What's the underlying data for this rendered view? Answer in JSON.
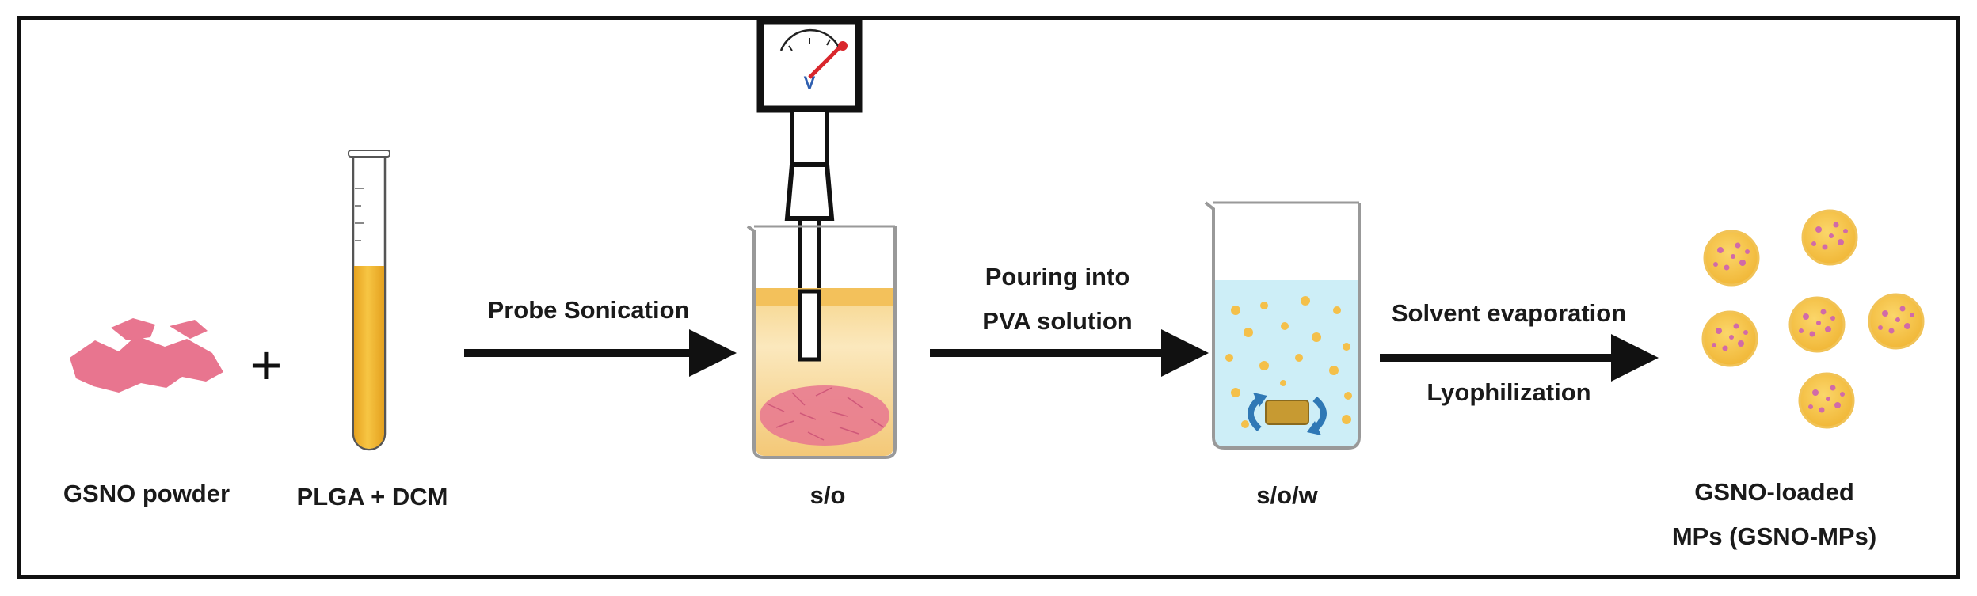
{
  "labels": {
    "gsno_powder": "GSNO powder",
    "plus": "+",
    "plga_dcm": "PLGA + DCM",
    "probe_sonication": "Probe Sonication",
    "so": "s/o",
    "pouring_line1": "Pouring into",
    "pouring_line2": "PVA solution",
    "sow": "s/o/w",
    "solvent_evaporation": "Solvent evaporation",
    "lyophilization": "Lyophilization",
    "product_line1": "GSNO-loaded",
    "product_line2": "MPs (GSNO-MPs)",
    "meter_symbol": "V"
  },
  "colors": {
    "powder": "#e8758f",
    "plga_solution": "#f2b731",
    "pva_solution": "#cdeef7",
    "microparticle": "#f4c04a",
    "drug_dot": "#d16aa8",
    "stir_arrow": "#2f78b5",
    "meter_needle": "#d9262c"
  }
}
